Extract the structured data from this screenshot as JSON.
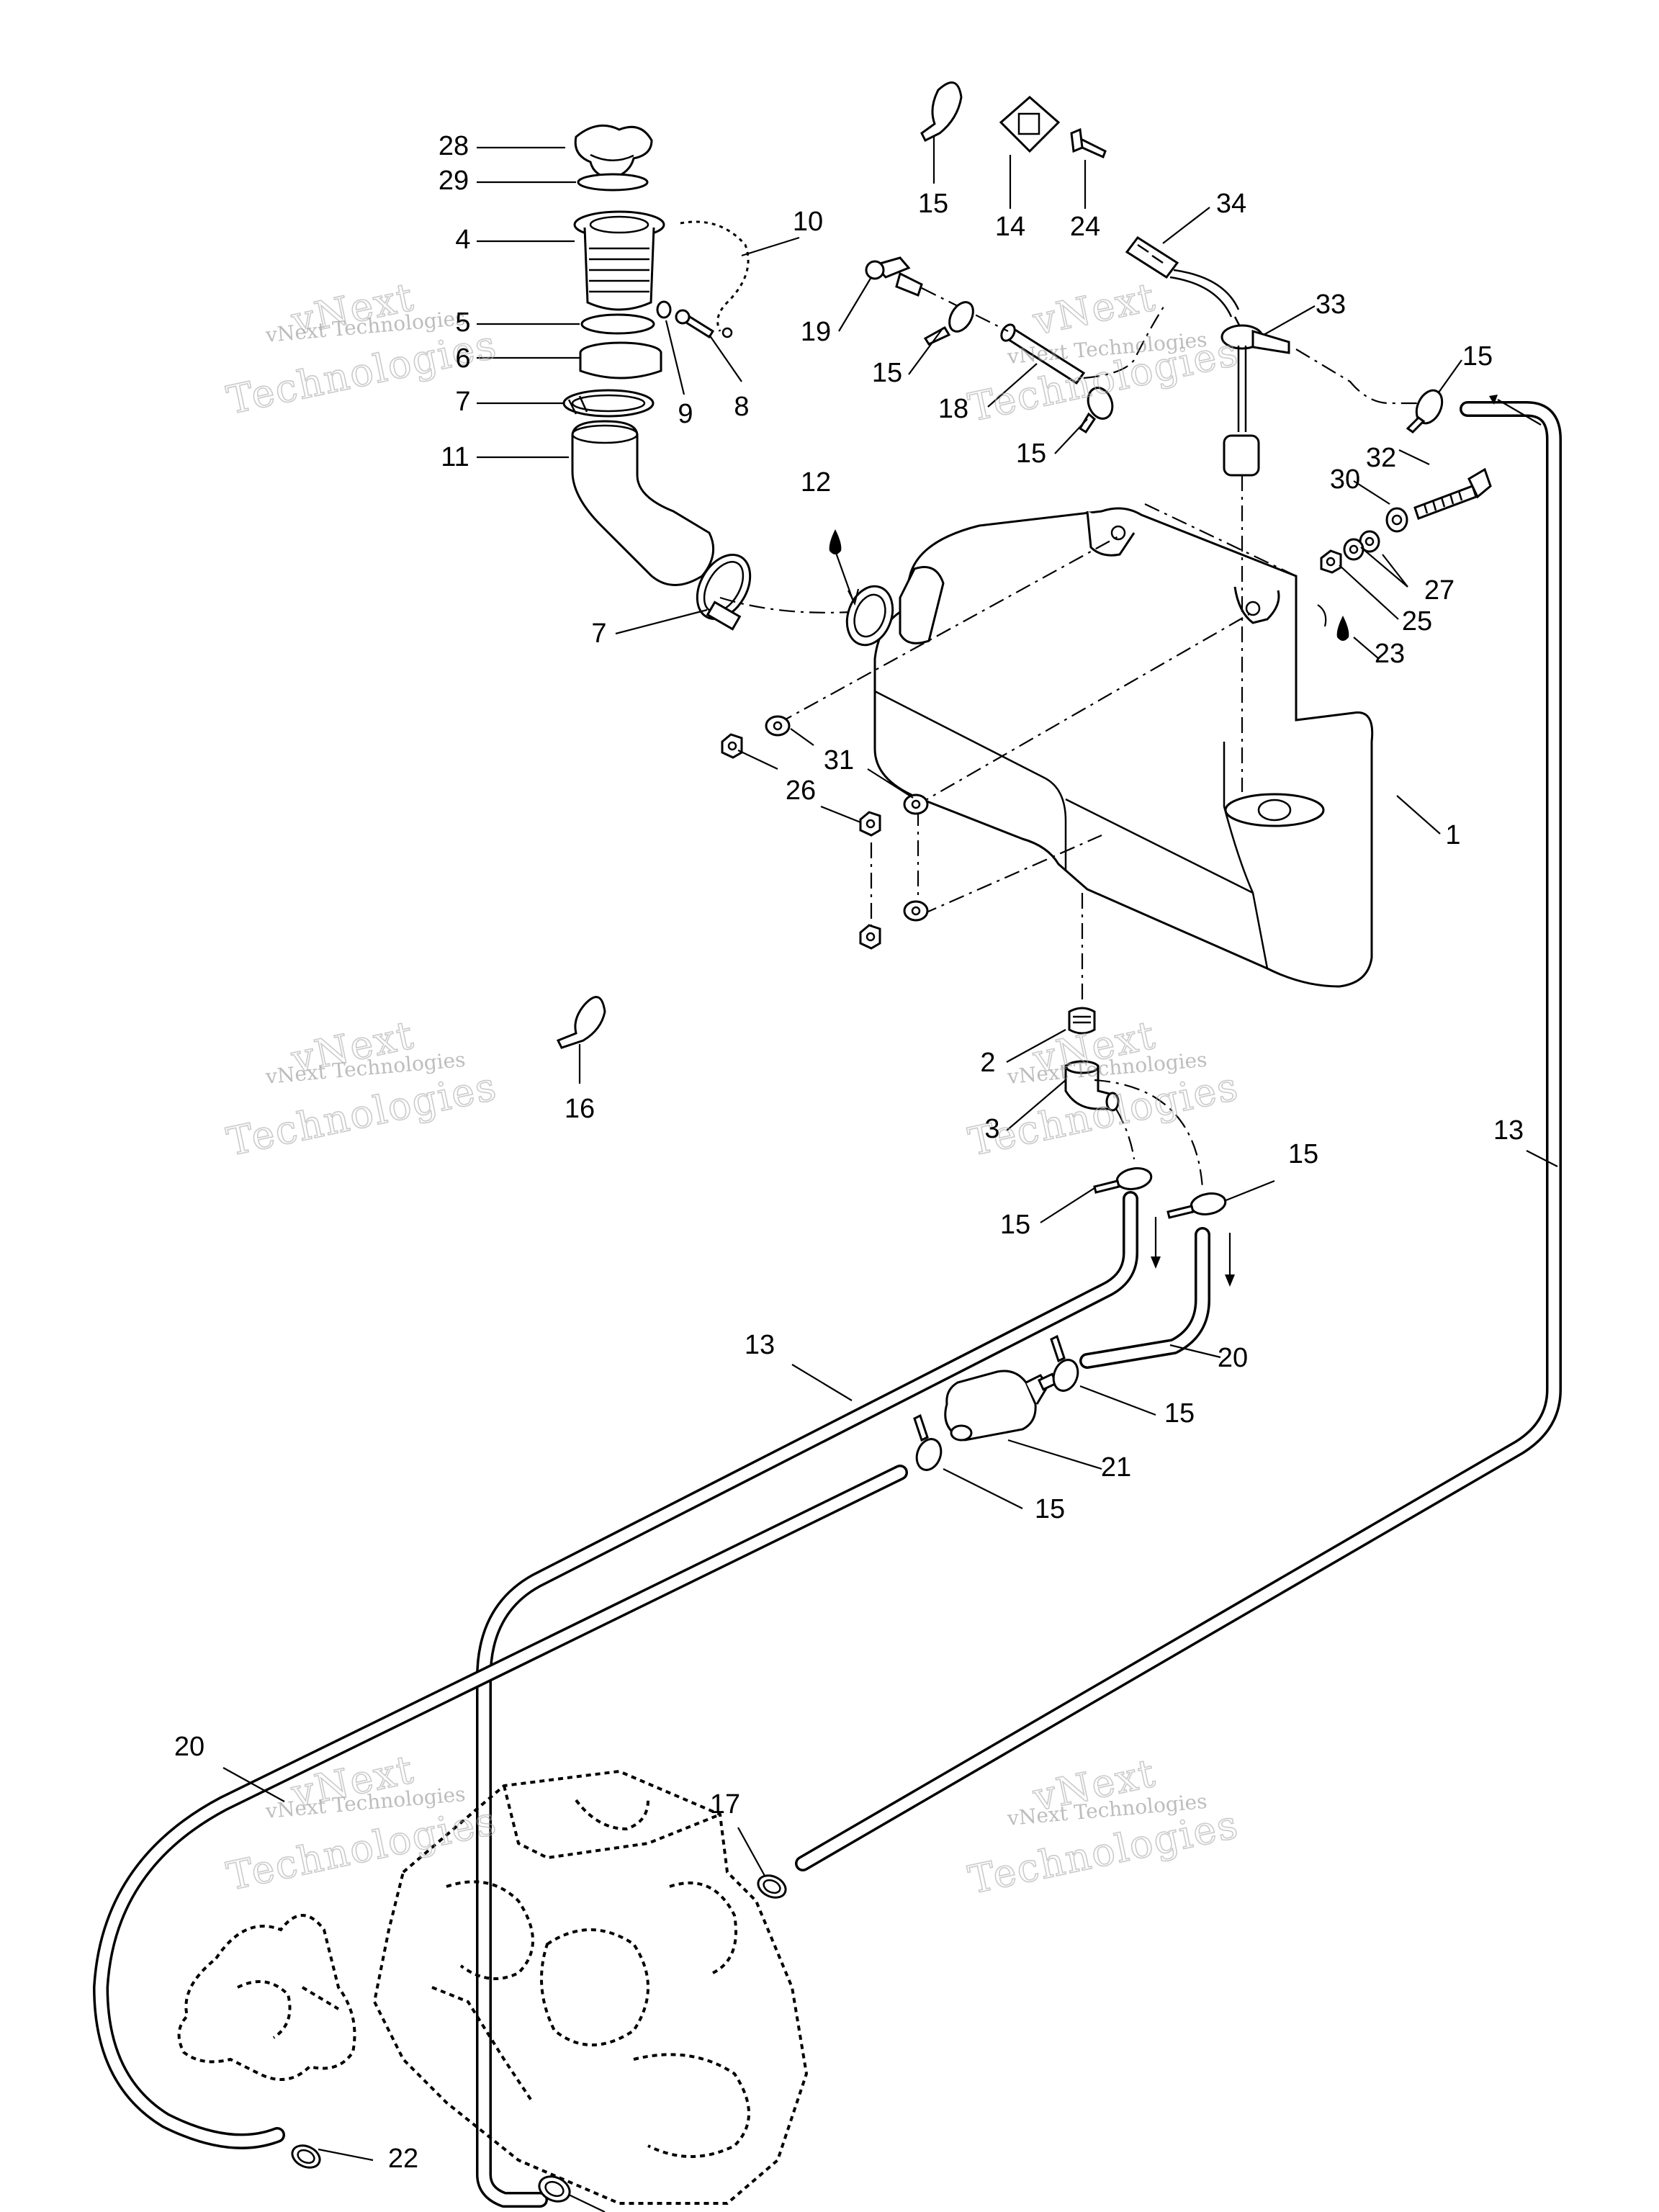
{
  "watermark": {
    "line1": "vNext Technologies",
    "line2": "vNext",
    "line3": "Technologies"
  },
  "callouts": [
    {
      "id": "c28",
      "text": "28"
    },
    {
      "id": "c29",
      "text": "29"
    },
    {
      "id": "c4",
      "text": "4"
    },
    {
      "id": "c10",
      "text": "10"
    },
    {
      "id": "c5",
      "text": "5"
    },
    {
      "id": "c6",
      "text": "6"
    },
    {
      "id": "c7a",
      "text": "7"
    },
    {
      "id": "c9",
      "text": "9"
    },
    {
      "id": "c8",
      "text": "8"
    },
    {
      "id": "c11",
      "text": "11"
    },
    {
      "id": "c7b",
      "text": "7"
    },
    {
      "id": "c12",
      "text": "12"
    },
    {
      "id": "c15a",
      "text": "15"
    },
    {
      "id": "c14",
      "text": "14"
    },
    {
      "id": "c24",
      "text": "24"
    },
    {
      "id": "c34",
      "text": "34"
    },
    {
      "id": "c33",
      "text": "33"
    },
    {
      "id": "c19",
      "text": "19"
    },
    {
      "id": "c15b",
      "text": "15"
    },
    {
      "id": "c18",
      "text": "18"
    },
    {
      "id": "c15c",
      "text": "15"
    },
    {
      "id": "c15d",
      "text": "15"
    },
    {
      "id": "c32",
      "text": "32"
    },
    {
      "id": "c30",
      "text": "30"
    },
    {
      "id": "c27",
      "text": "27"
    },
    {
      "id": "c25",
      "text": "25"
    },
    {
      "id": "c23",
      "text": "23"
    },
    {
      "id": "c31",
      "text": "31"
    },
    {
      "id": "c26",
      "text": "26"
    },
    {
      "id": "c1",
      "text": "1"
    },
    {
      "id": "c16",
      "text": "16"
    },
    {
      "id": "c2",
      "text": "2"
    },
    {
      "id": "c3",
      "text": "3"
    },
    {
      "id": "c13a",
      "text": "13"
    },
    {
      "id": "c15e",
      "text": "15"
    },
    {
      "id": "c15f",
      "text": "15"
    },
    {
      "id": "c13b",
      "text": "13"
    },
    {
      "id": "c20a",
      "text": "20"
    },
    {
      "id": "c15g",
      "text": "15"
    },
    {
      "id": "c21",
      "text": "21"
    },
    {
      "id": "c15h",
      "text": "15"
    },
    {
      "id": "c20b",
      "text": "20"
    },
    {
      "id": "c17",
      "text": "17"
    },
    {
      "id": "c22",
      "text": "22"
    }
  ]
}
